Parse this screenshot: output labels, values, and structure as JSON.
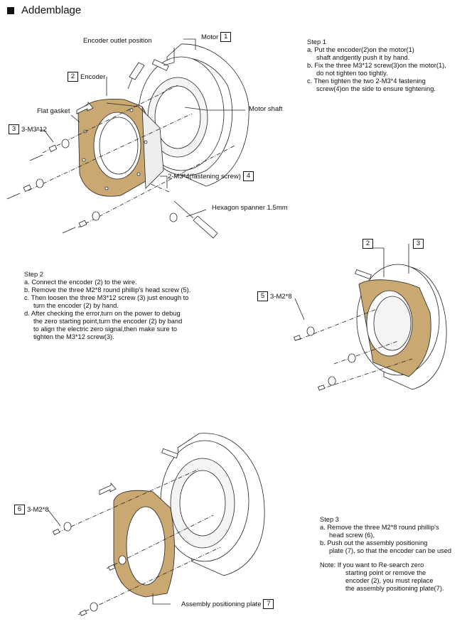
{
  "title": "Addemblage",
  "labels": {
    "encoder_outlet": "Encoder outlet position",
    "motor_num": "1",
    "motor": "Motor",
    "encoder_num": "2",
    "encoder": "Encoder",
    "flat_gasket": "Flat gasket",
    "screw3_num": "3",
    "screw3": "3-M3*12",
    "motor_shaft": "Motor shaft",
    "screw4": "2-M3*4(fastening screw)",
    "screw4_num": "4",
    "spanner": "Hexagon spanner 1.5mm",
    "s2_box_a": "2",
    "s2_box_b": "3",
    "screw5_num": "5",
    "screw5": "3-M2*8",
    "screw6_num": "6",
    "screw6": "3-M2*8",
    "plate": "Assembly positioning plate",
    "plate_num": "7"
  },
  "step1": {
    "heading": "Step 1",
    "lines": [
      "a.  Put the encoder(2)on the motor(1)",
      "shaft andgently push it by hand.",
      "b.  Fix the three M3*12 screw(3)on the motor(1),",
      "do not tighten too tightly.",
      "c.  Then tighten the two 2-M3*4 fastening",
      "screw(4)on the side to ensure tightening."
    ]
  },
  "step2": {
    "heading": "Step 2",
    "lines": [
      "a.  Connect the encoder (2) to the wire.",
      "b.  Remove the three M2*8 round phillip's head screw (5).",
      "c.  Then loosen the three M3*12  screw (3) just enough to",
      "turn the encoder (2) by hand.",
      "d.  After checking the error,turn on the power to debug",
      "the zero starting point,turn the encoder (2) by band",
      "to align the electric zero signal,then make sure to",
      "tighten the M3*12 screw(3)."
    ]
  },
  "step3": {
    "heading": "Step 3",
    "lines": [
      "a.  Remove the three M2*8 round phillip's",
      "head screw (6),",
      "b.  Push out the assembly positioning",
      "plate (7),  so that the encoder can be used",
      "Note:   If you want to Re-search zero",
      "starting point or remove the",
      "encoder (2),  you must replace",
      "the assembly positioning plate(7)."
    ]
  },
  "colors": {
    "plate": "#c9a872",
    "ink": "#111111"
  }
}
